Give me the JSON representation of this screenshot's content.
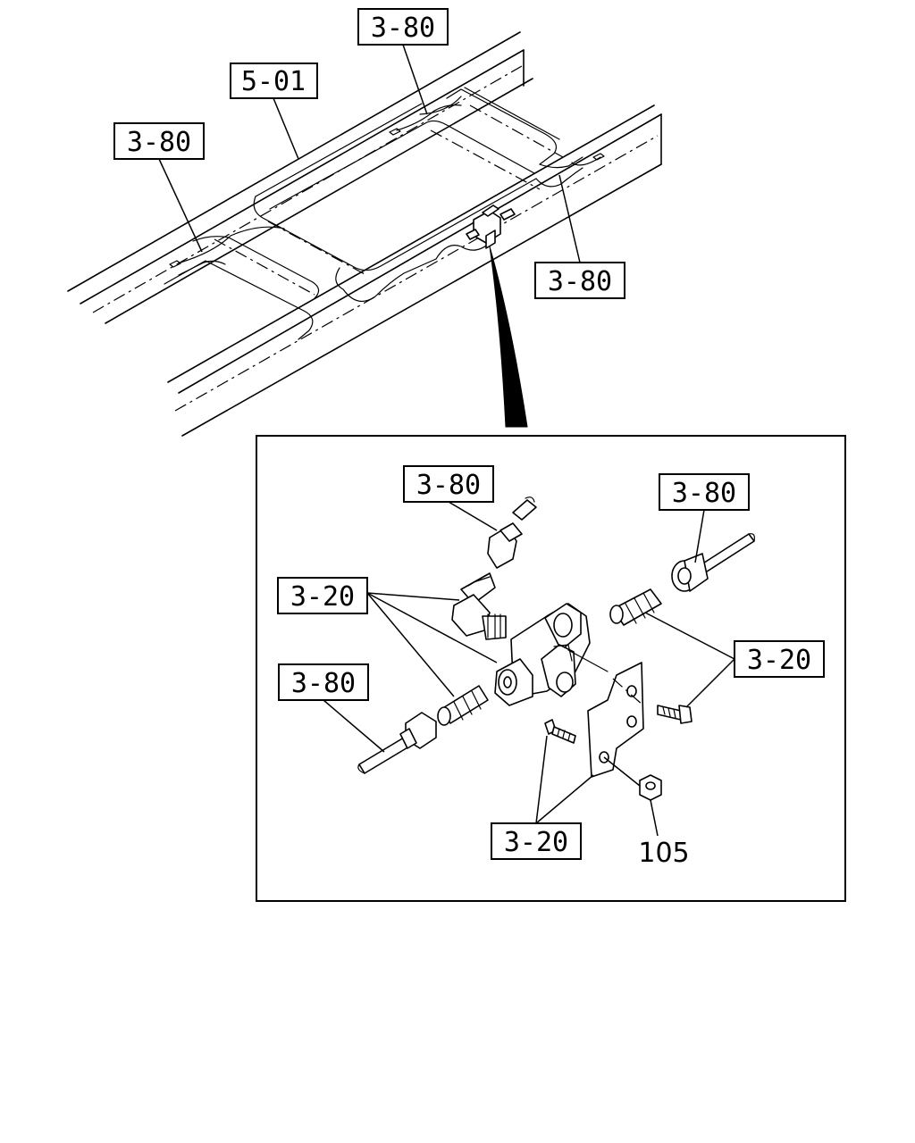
{
  "callouts": {
    "top_3_80": "3-80",
    "top_5_01": "5-01",
    "left_3_80": "3-80",
    "right_3_80": "3-80",
    "detail_top_3_80": "3-80",
    "detail_right_3_80": "3-80",
    "detail_left_3_20": "3-20",
    "detail_left_3_80": "3-80",
    "detail_right_3_20": "3-20",
    "detail_bottom_3_20": "3-20",
    "part_105": "105"
  }
}
